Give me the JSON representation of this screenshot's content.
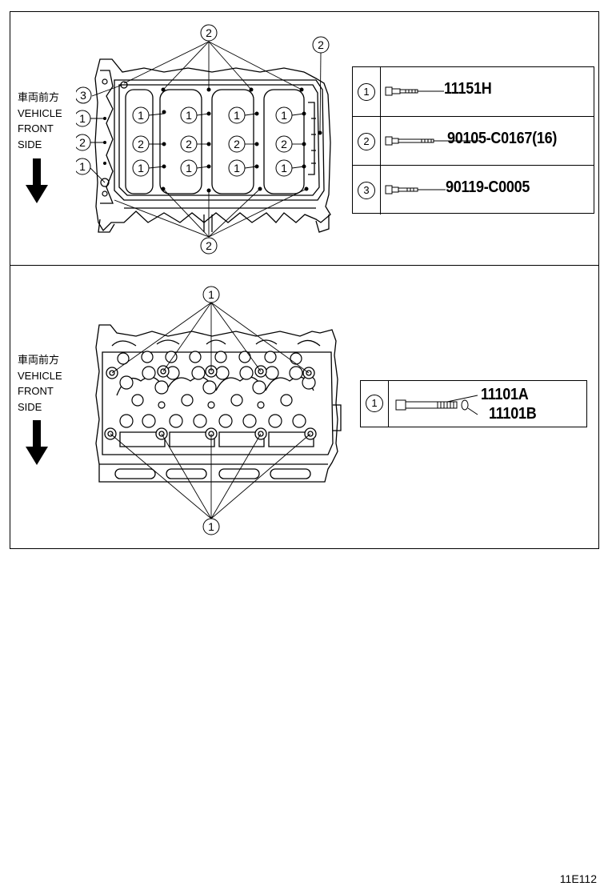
{
  "direction": {
    "japanese": "車両前方",
    "line1": "VEHICLE",
    "line2": "FRONT",
    "line3": "SIDE"
  },
  "callout_numbers": [
    "1",
    "2",
    "3"
  ],
  "top_legend": [
    {
      "index": "1",
      "part": "11151H"
    },
    {
      "index": "2",
      "part": "90105-C0167(16)"
    },
    {
      "index": "3",
      "part": "90119-C0005"
    }
  ],
  "bottom_legend": [
    {
      "index": "1",
      "parts": [
        "11101A",
        "11101B"
      ]
    }
  ],
  "diagram_code": "11E112"
}
